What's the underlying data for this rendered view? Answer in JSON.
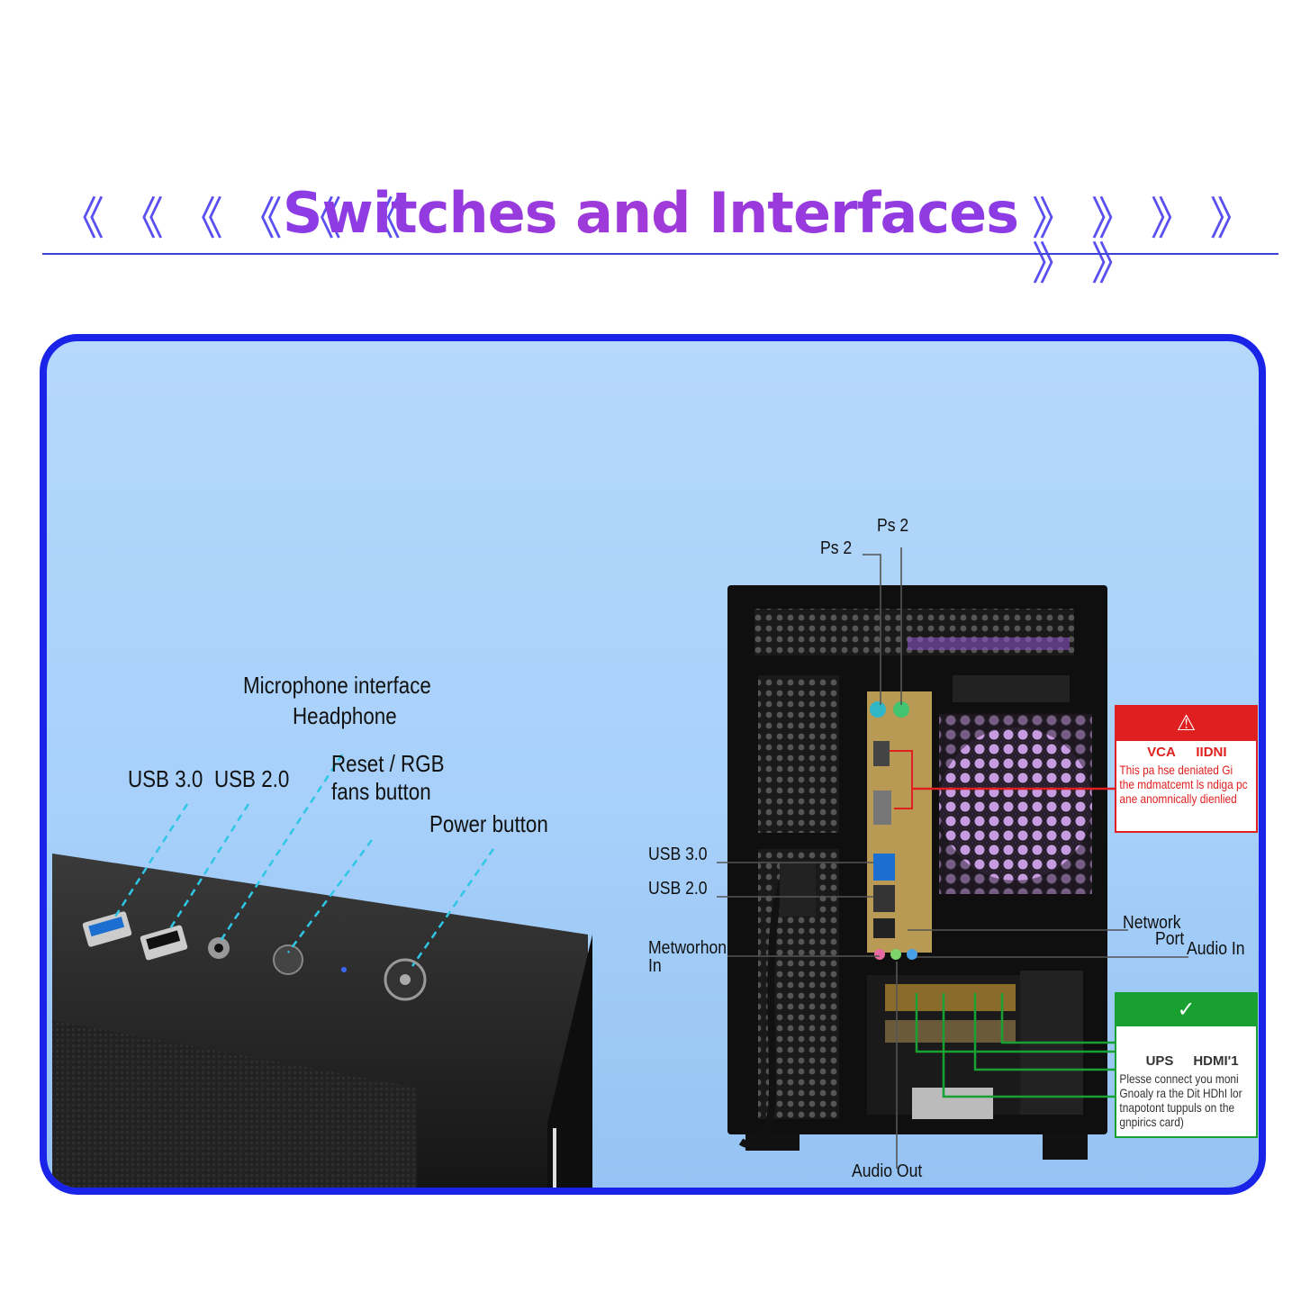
{
  "header": {
    "title": "Switches and Interfaces",
    "left_chevrons": "《 《 《 《 《 《",
    "right_chevrons": "》 》 》 》 》 》"
  },
  "front_panel": {
    "microphone": "Microphone interface",
    "headphone": "Headphone",
    "usb30": "USB 3.0",
    "usb20": "USB 2.0",
    "reset_line1": "Reset / RGB",
    "reset_line2": "fans button",
    "power": "Power button"
  },
  "rear_panel": {
    "ps2_left": "Ps 2",
    "ps2_right": "Ps 2",
    "usb30": "USB 3.0",
    "usb20": "USB 2.0",
    "mic_line1": "Metworhon",
    "mic_line2": "In",
    "network_line1": "Network",
    "network_line2": "Port",
    "audio_in": "Audio In",
    "audio_out": "Audio Out"
  },
  "warning_box": {
    "icon": "⚠",
    "port1": "VCA",
    "port2": "IIDNI",
    "line1": "This pa hse deniated Gi",
    "line2": "the mdmatcemt ls ndiga pc",
    "line3": "ane anomnically dienlied"
  },
  "ok_box": {
    "icon": "✓",
    "port1": "UPS",
    "port2": "HDMI'1",
    "line1": "Plesse connect you moni",
    "line2": "Gnoaly ra the Dit HDhI lor",
    "line3": "tnapotont tuppuls on the",
    "line4": "gnpirics card)"
  },
  "colors": {
    "title_gradient": [
      "#7a3cf0",
      "#a13ad8"
    ],
    "panel_border": "#1a23e8",
    "leader_cyan": "#2fc7e6",
    "warn_red": "#e02020",
    "ok_green": "#18a030"
  }
}
